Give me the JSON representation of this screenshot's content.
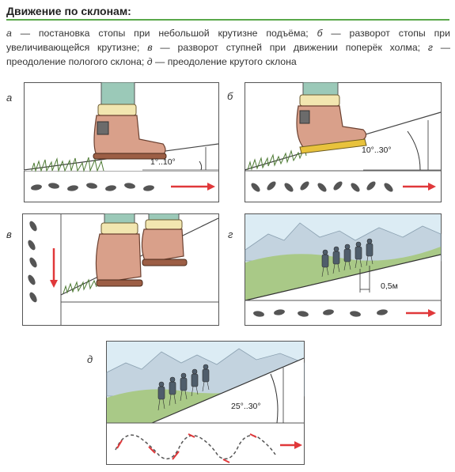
{
  "heading": "Движение по склонам:",
  "caption": {
    "parts": [
      {
        "letter": "а",
        "text": " — постановка стопы при небольшой крутизне подъёма; "
      },
      {
        "letter": "б",
        "text": " — разворот стопы при увеличивающейся крутизне; "
      },
      {
        "letter": "в",
        "text": " — разворот ступней при движении поперёк холма; "
      },
      {
        "letter": "г",
        "text": " — преодоление пологого склона; "
      },
      {
        "letter": "д",
        "text": " — преодоление крутого склона"
      }
    ]
  },
  "panels": {
    "a": {
      "letter": "а",
      "angle": "1°..10°"
    },
    "b": {
      "letter": "б",
      "angle": "10°..30°"
    },
    "v": {
      "letter": "в"
    },
    "g": {
      "letter": "г",
      "distance": "0,5м"
    },
    "d": {
      "letter": "д",
      "angle": "25°..30°"
    }
  },
  "colors": {
    "accent_rule": "#5aa84a",
    "arrow": "#e0383a",
    "boot": "#d9a08a",
    "sky": "#dcecf4",
    "hills": "#a9c987"
  }
}
